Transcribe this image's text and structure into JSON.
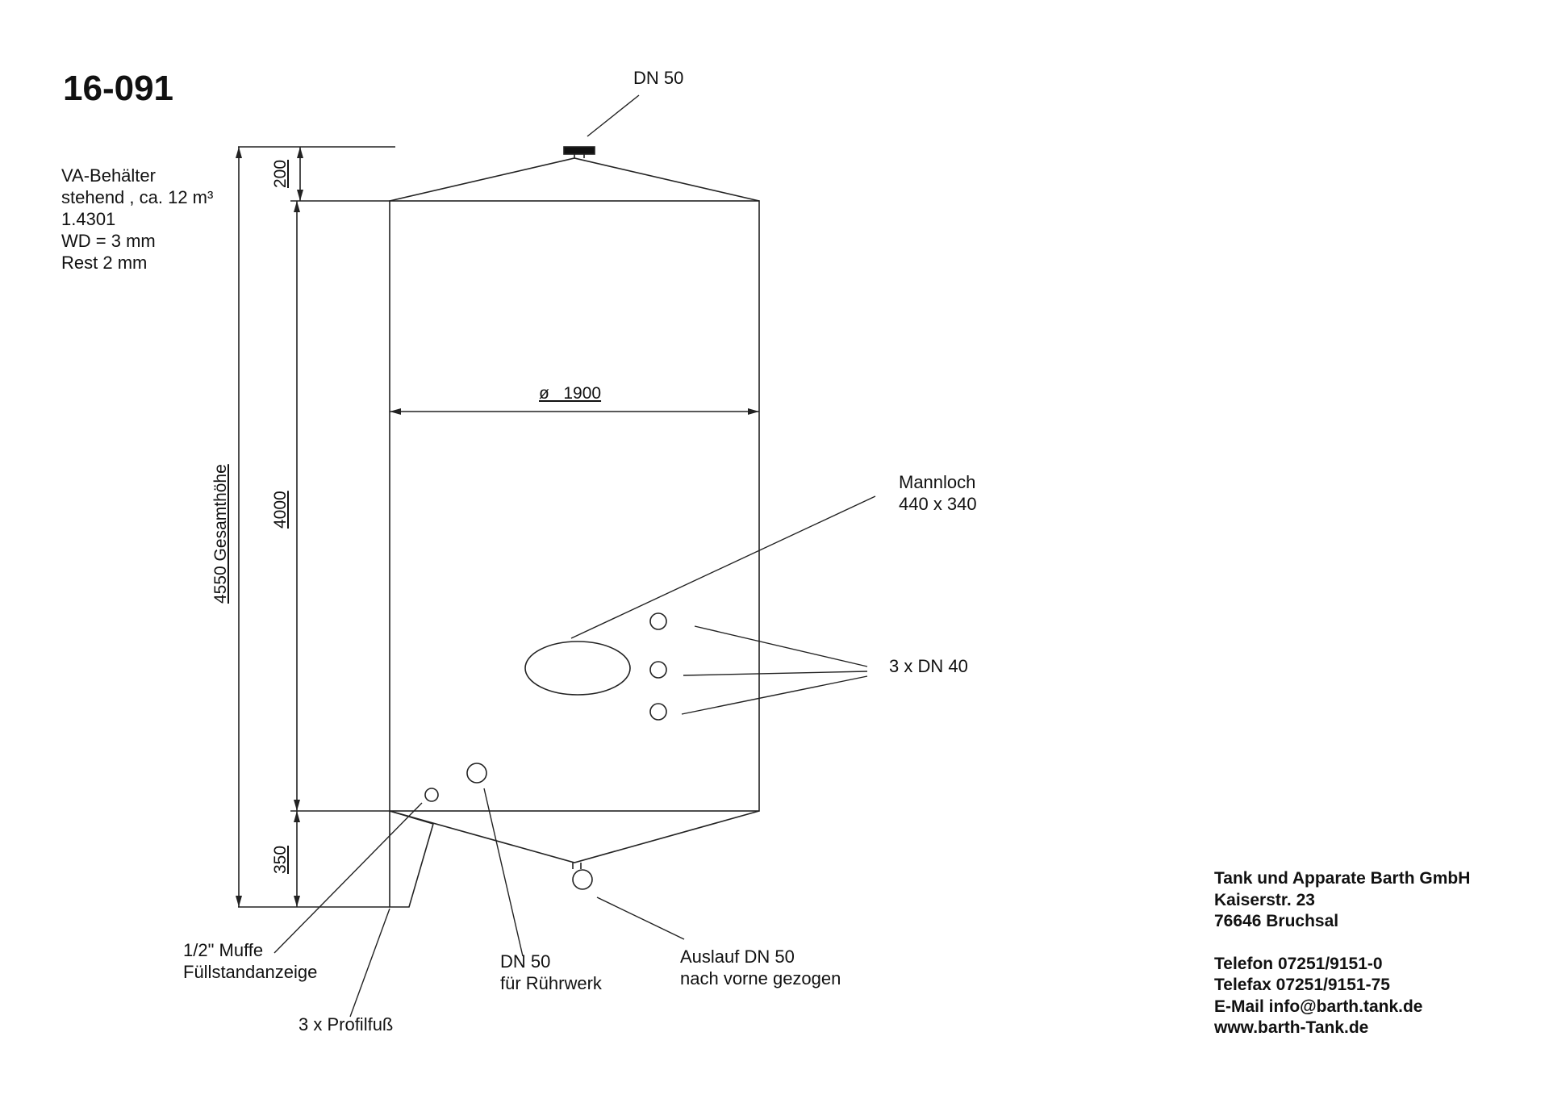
{
  "drawing_number": "16-091",
  "spec": [
    "VA-Behälter",
    "stehend , ca. 12 m³",
    "1.4301",
    "WD = 3 mm",
    "Rest 2 mm"
  ],
  "dimensions": {
    "top_cone": "200",
    "cylinder": "4000",
    "bottom_cone": "350",
    "total": "4550  Gesamthöhe",
    "diameter": "ø   1900"
  },
  "callouts": {
    "top_nozzle": "DN 50",
    "manhole": [
      "Mannloch",
      "440 x 340"
    ],
    "side_nozzles": "3 x DN 40",
    "sleeve": [
      "1/2\" Muffe",
      "Füllstandanzeige"
    ],
    "legs": "3 x Profilfuß",
    "agitator": [
      "DN 50",
      "für Rührwerk"
    ],
    "outlet": [
      "Auslauf DN 50",
      "nach vorne gezogen"
    ]
  },
  "company": {
    "name": "Tank und Apparate Barth GmbH",
    "street": "Kaiserstr. 23",
    "city": "76646 Bruchsal",
    "phone": "Telefon 07251/9151-0",
    "fax": "Telefax 07251/9151-75",
    "email": "E-Mail info@barth.tank.de",
    "web": "www.barth-Tank.de"
  }
}
